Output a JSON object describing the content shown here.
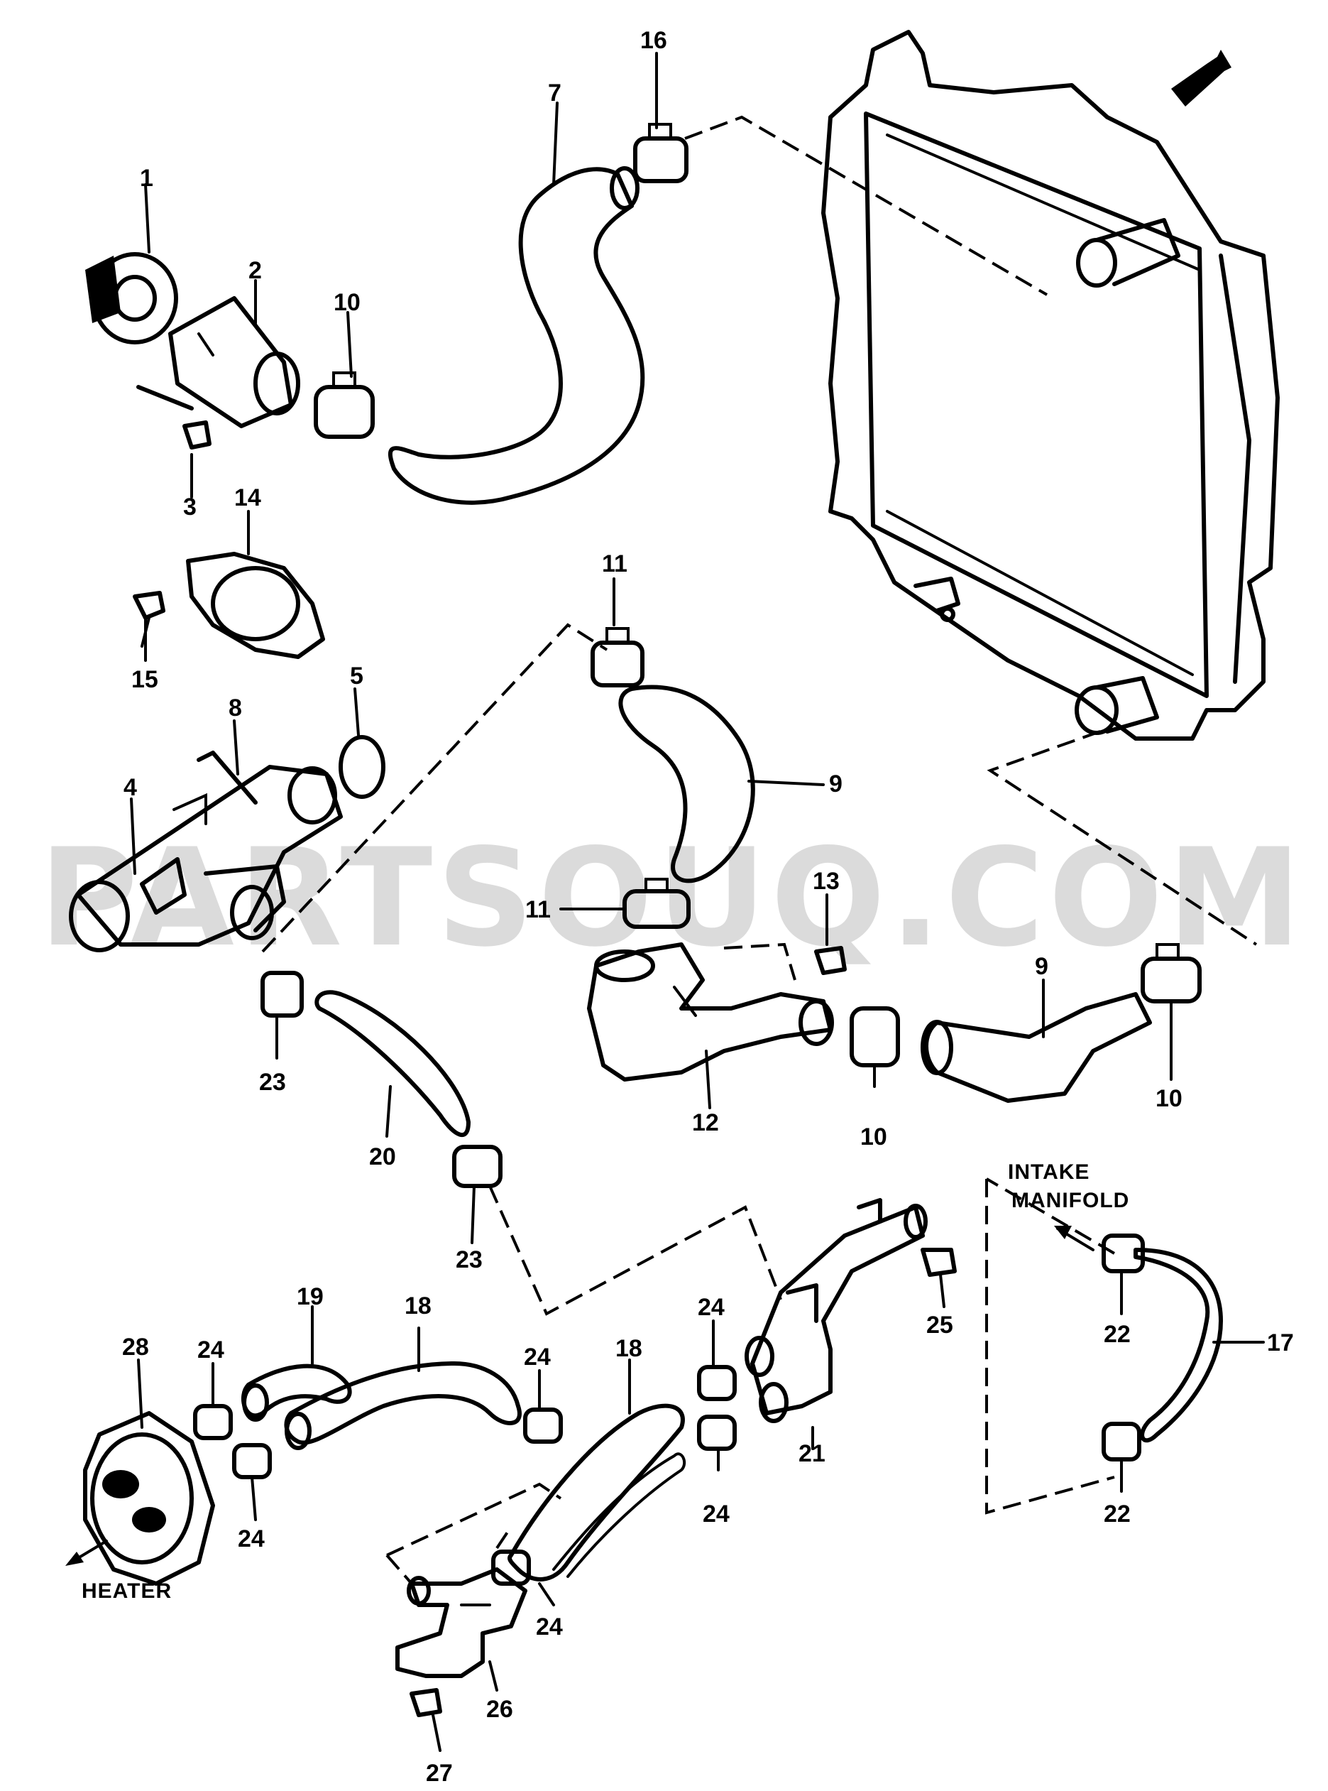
{
  "watermark": "PARTSOUQ.COM",
  "notes": {
    "intake_line1": "INTAKE",
    "intake_line2": "MANIFOLD",
    "heater": "HEATER"
  },
  "callouts": {
    "c16": "16",
    "c7": "7",
    "c1": "1",
    "c2": "2",
    "c10a": "10",
    "c3": "3",
    "c14": "14",
    "c15": "15",
    "c11a": "11",
    "c5": "5",
    "c8": "8",
    "c4": "4",
    "c9a": "9",
    "c11b": "11",
    "c13": "13",
    "c9b": "9",
    "c23a": "23",
    "c20": "20",
    "c12": "12",
    "c10b": "10",
    "c10c": "10",
    "c23b": "23",
    "c25": "25",
    "c22a": "22",
    "c17": "17",
    "c19": "19",
    "c18a": "18",
    "c28": "28",
    "c24a": "24",
    "c24b": "24",
    "c18b": "18",
    "c24c": "24",
    "c21": "21",
    "c24d": "24",
    "c24e": "24",
    "c22b": "22",
    "c24f": "24",
    "c26": "26",
    "c27": "27"
  }
}
